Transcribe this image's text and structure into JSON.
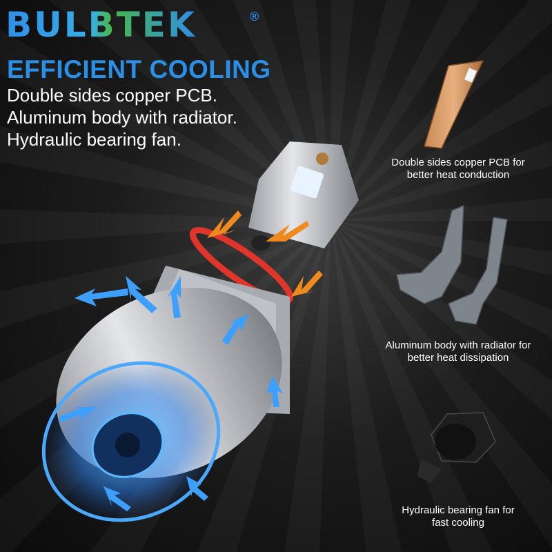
{
  "brand": {
    "name": "BULBTEK",
    "registered": "®"
  },
  "headline": "EFFICIENT COOLING",
  "features": [
    "Double sides copper PCB.",
    "Aluminum body with radiator.",
    "Hydraulic bearing fan."
  ],
  "components": [
    {
      "caption_line1": "Double sides copper PCB for",
      "caption_line2": "better heat conduction"
    },
    {
      "caption_line1": "Aluminum body with radiator for",
      "caption_line2": "better heat dissipation"
    },
    {
      "caption_line1": "Hydraulic bearing fan for",
      "caption_line2": "fast cooling"
    }
  ],
  "colors": {
    "brand_blue": "#2a8fe6",
    "accent_orange": "#f08a1e",
    "airflow_blue": "#3da0ff",
    "ring_red": "#e0352b"
  }
}
